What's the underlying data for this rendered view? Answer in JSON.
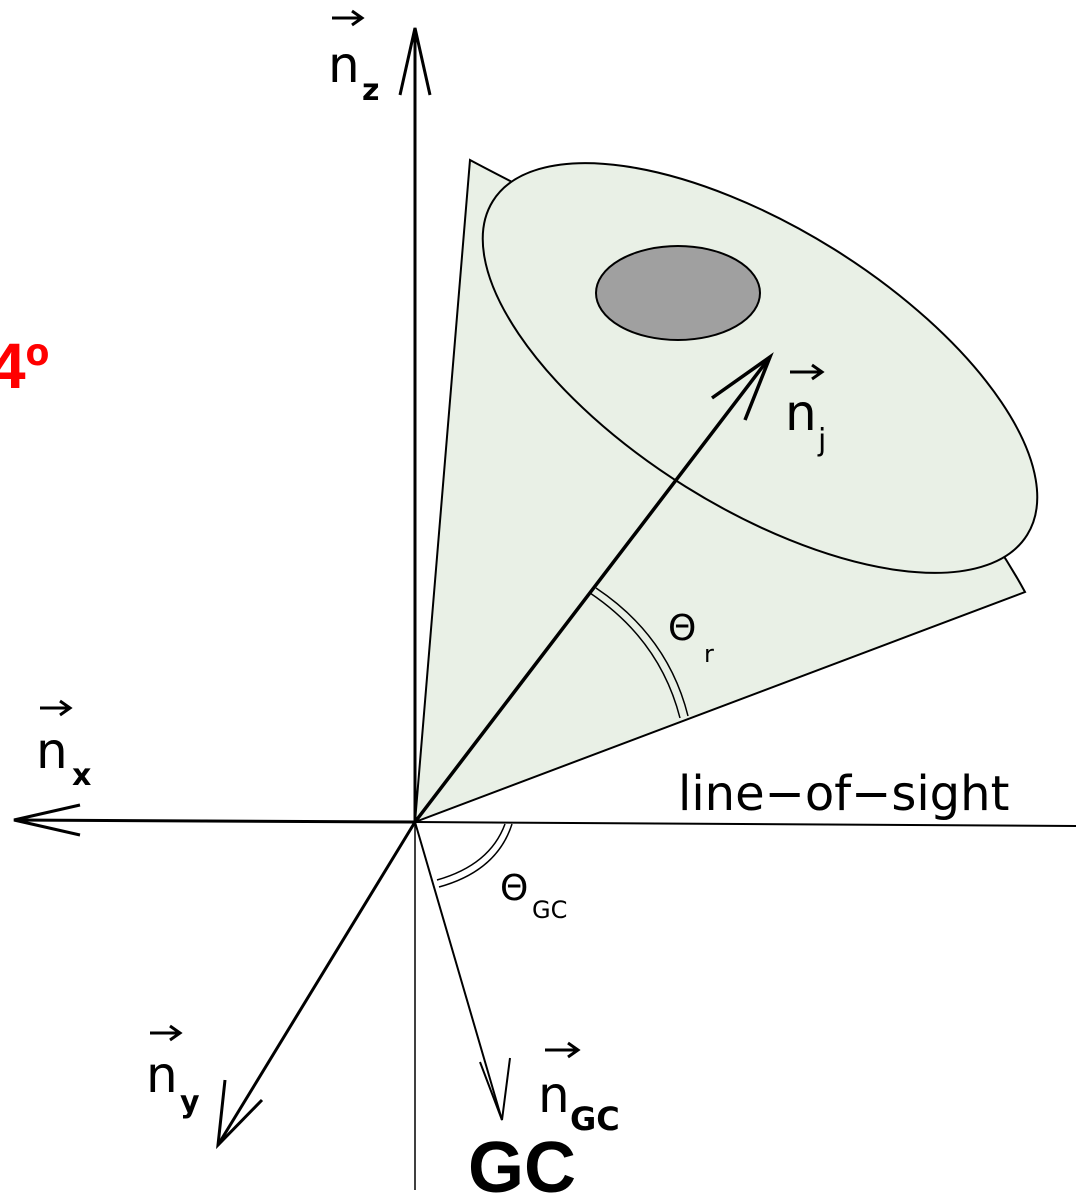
{
  "partial_label": "4º",
  "partial_label_color": "#ff0000",
  "cone_fill_color": "#e9f0e6",
  "spot_fill_color": "#a0a0a0",
  "axes": {
    "nz": {
      "base": "n",
      "sub": "z"
    },
    "nx": {
      "base": "n",
      "sub": "x"
    },
    "ny": {
      "base": "n",
      "sub": "y"
    },
    "nj": {
      "base": "n",
      "sub": "j"
    },
    "ngc": {
      "base": "n",
      "sub": "GC"
    }
  },
  "angles": {
    "theta_r": {
      "symbol": "Θ",
      "sub": "r"
    },
    "theta_gc": {
      "symbol": "Θ",
      "sub": "GC"
    }
  },
  "line_of_sight": "line−of−sight",
  "gc_label": "GC"
}
